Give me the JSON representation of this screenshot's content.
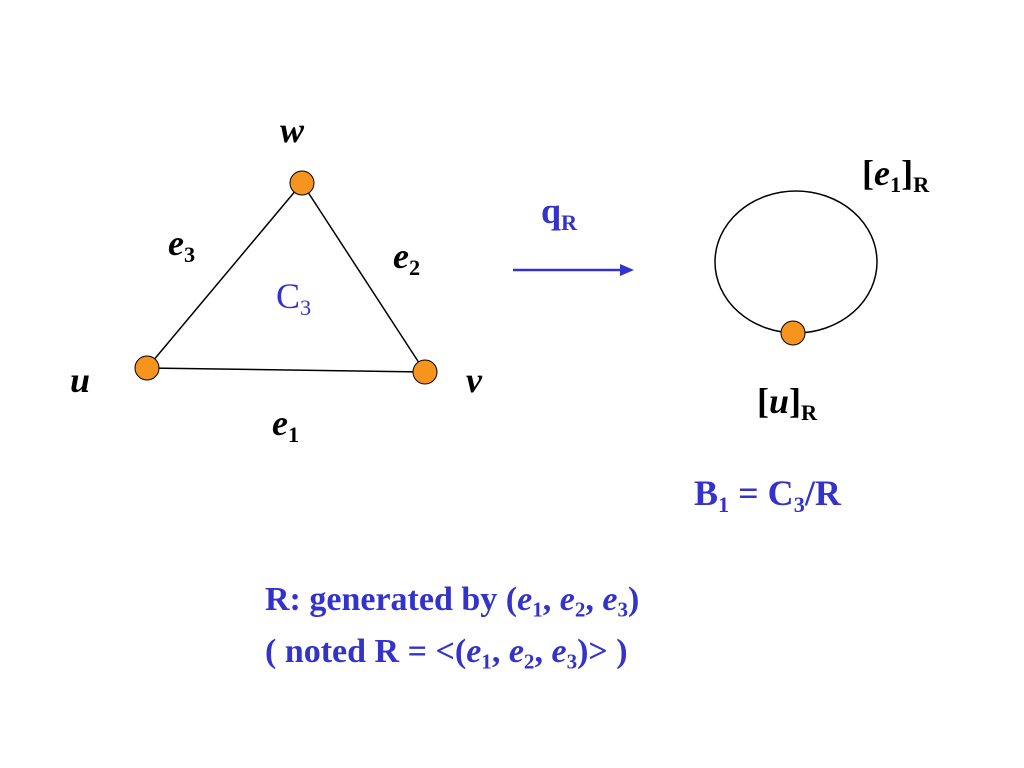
{
  "graph": {
    "vertices": {
      "w": "w",
      "u": "u",
      "v": "v"
    },
    "edges": {
      "e3": {
        "base": "e",
        "sub": "3"
      },
      "e2": {
        "base": "e",
        "sub": "2"
      },
      "e1": {
        "base": "e",
        "sub": "1"
      }
    },
    "name": {
      "base": "C",
      "sub": "3"
    }
  },
  "map": {
    "base": "q",
    "sub": "R"
  },
  "quotient": {
    "edge_label": {
      "open": "[",
      "base": "e",
      "sub": "1",
      "close": "]",
      "outer_sub": "R"
    },
    "vertex_label": {
      "open": "[",
      "base": "u",
      "close": "]",
      "outer_sub": "R"
    },
    "equation": {
      "lhs_base": "B",
      "lhs_sub": "1",
      "eq": " = C",
      "mid_sub": "3",
      "rest": "/R"
    }
  },
  "caption": {
    "line1": {
      "prefix": "R: generated by (",
      "items": [
        {
          "base": "e",
          "sub": "1"
        },
        {
          "base": "e",
          "sub": "2"
        },
        {
          "base": "e",
          "sub": "3"
        }
      ],
      "sep": ", ",
      "suffix": ")"
    },
    "line2": {
      "prefix": "( noted R = <(",
      "suffix": ")> )"
    }
  },
  "colors": {
    "vertex_fill": "#f7941d",
    "text_accent": "#3333cc",
    "line": "#000000"
  }
}
